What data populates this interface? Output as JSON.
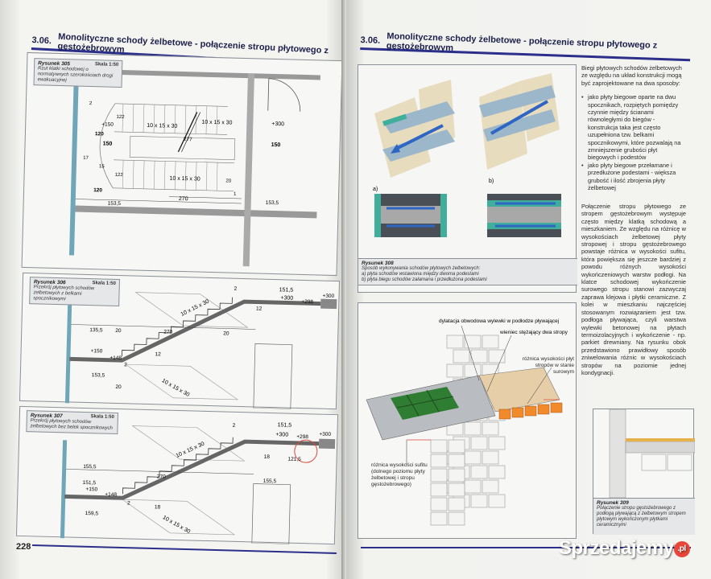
{
  "left_page": {
    "header": {
      "number": "3.06.",
      "title": "Monolityczne schody żelbetowe - połączenie stropu płytowego z gęstożebrowym"
    },
    "page_number": "228",
    "figures": [
      {
        "title": "Rysunek 305",
        "scale": "Skala 1:50",
        "desc": "Rzut klatki schodowej o normatywnych szerokościach drogi ewakuacyjnej"
      },
      {
        "title": "Rysunek 306",
        "scale": "Skala 1:50",
        "desc": "Przekrój płytowych schodów żelbetowych z belkami spocznikowymi"
      },
      {
        "title": "Rysunek 307",
        "scale": "Skala 1:50",
        "desc": "Przekrój płytowych schodów żelbetowych bez belek spocznikowych"
      }
    ],
    "plan_dims": [
      "10 x 15 x 30",
      "10 x 15 x 30",
      "10 x 15 x 30",
      "+300",
      "+150",
      "150",
      "150",
      "120",
      "120",
      "277",
      "270",
      "153,5",
      "153,5",
      "15",
      "20",
      "122",
      "122",
      "17",
      "2",
      "1"
    ],
    "sec306_dims": [
      "151,5",
      "+300",
      "+298",
      "+300",
      "10 x 15 x 30",
      "10 x 15 x 30",
      "135,5",
      "20",
      "270",
      "20",
      "+150",
      "+148",
      "153,5",
      "2",
      "2",
      "12",
      "12",
      "20"
    ],
    "sec307_dims": [
      "151,5",
      "+300",
      "+298",
      "+300",
      "10 x 15 x 30",
      "10 x 15 x 30",
      "155,5",
      "270",
      "151,5",
      "+150",
      "+148",
      "155,5",
      "159,5",
      "121,5",
      "18",
      "18",
      "2",
      "2"
    ]
  },
  "right_page": {
    "header": {
      "number": "3.06.",
      "title": "Monolityczne schody żelbetowe - połączenie stropu płytowego z gęstożebrowym"
    },
    "fig308": {
      "title": "Rysunek 308",
      "lines": [
        "Sposób wykonywania schodów płytowych żelbetowych:",
        "a) płyta schodów wstawiona między dwoma podestami",
        "b) płyta biegu schodów załamana i przedłużona podestami"
      ],
      "a_label": "a)",
      "b_label": "b)"
    },
    "fig_detail_labels": {
      "l1": "dylatacja obwodowa wylewki w podłodze pływającej",
      "l2": "wieniec stężający dwa stropy",
      "l3": "różnica wysokości płyt stropów w stanie surowym",
      "l4": "różnica wysokości sufitu (dolnego poziomu płyty żelbetowej i stropu gęstożebrowego)"
    },
    "fig309": {
      "title": "Rysunek 309",
      "desc": "Połączenie stropu gęstożebrowego z podłogą pływającą z żelbetowym stropem płytowym wykończonym płytkami ceramicznymi"
    },
    "text1_intro": "Biegi płytowych schodów żelbetowych ze względu na układ konstrukcji mogą być zaprojektowane na dwa sposoby:",
    "text1_items": [
      "jako płyty biegowe oparte na dwu spocznikach, rozpiętych pomiędzy czynnie między ścianami równoległymi do biegów - konstrukcja taka jest często uzupełniona tzw. belkami spocznikowymi, które pozwalają na zmniejszenie grubości płyt biegowych i podestów",
      "jako płyty biegowe przełamane i przedłużone podestami - większa grubość i ilość zbrojenia płyty żelbetowej"
    ],
    "text2": "Połączenie stropu płytowego ze stropem gęstożebrowym występuje często między klatką schodową a mieszkaniem. Ze względu na różnicę w wysokościach żelbetowej płyty stropowej i stropu gęstożebrowego powstaje różnica w wysokości sufitu, która powiększa się jeszcze bardziej z powodu różnych wysokości wykończeniowych warstw podłogi. Na klatce schodowej wykończenie surowego stropu stanowi zazwyczaj zaprawa klejowa i płytki ceramiczne. Z kolei w mieszkaniu najczęściej stosowanym rozwiązaniem jest tzw. podłoga pływająca, czyli warstwa wylewki betonowej na płytach termoizolacyjnych i wykończenie - np. parkiet drewniany. Na rysunku obok przedstawiono prawidłowy sposób zniwelowania różnic w wysokościach stropów na poziomie jednej kondygnacji."
  },
  "watermark": {
    "text": "Sprzedajemy",
    "tld": ".pl"
  },
  "colors": {
    "accent": "#2b2f8a",
    "arrow_blue": "#2f66c4",
    "teal": "#3fae9b",
    "brick": "#f08a2a",
    "green_tile": "#3a8a3a"
  }
}
